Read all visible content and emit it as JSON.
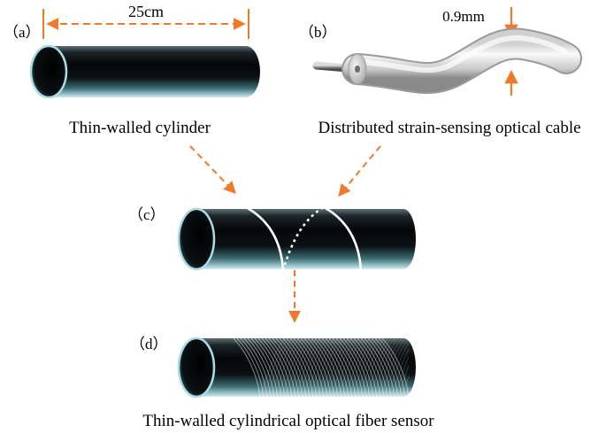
{
  "panels": {
    "a": {
      "tag": "（a）",
      "caption": "Thin-walled cylinder",
      "dimension": "25cm"
    },
    "b": {
      "tag": "（b）",
      "caption": "Distributed strain-sensing optical cable",
      "dimension": "0.9mm"
    },
    "c": {
      "tag": "（c）"
    },
    "d": {
      "tag": "（d）",
      "caption": "Thin-walled cylindrical optical fiber sensor"
    }
  },
  "colors": {
    "arrow": "#f07a2a",
    "tube_dark": "#0b0f12",
    "tube_edge": "#bfe6ee",
    "cable": "#e8e8e8",
    "fiber": "#ffffff"
  }
}
